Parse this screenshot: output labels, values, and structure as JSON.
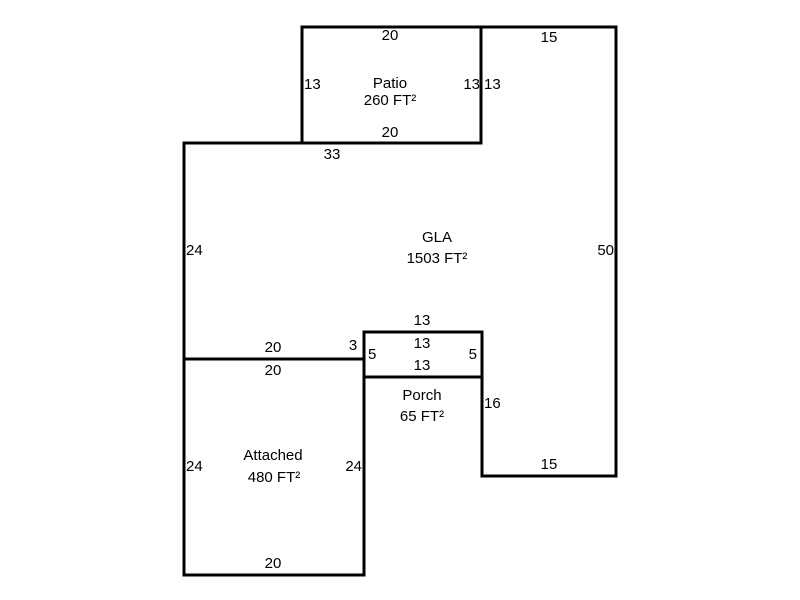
{
  "floor_plan": {
    "areas": [
      {
        "id": "patio",
        "name": "Patio",
        "area": "260 FT²"
      },
      {
        "id": "gla",
        "name": "GLA",
        "area": "1503 FT²"
      },
      {
        "id": "porch",
        "name": "Porch",
        "area": "65 FT²"
      },
      {
        "id": "attached",
        "name": "Attached",
        "area": "480 FT²"
      }
    ],
    "dimensions": {
      "patio_top": "20",
      "patio_left": "13",
      "patio_right_inner": "13",
      "patio_bottom": "20",
      "gla_patio_right": "13",
      "gla_top": "15",
      "gla_left_top": "33",
      "gla_left": "24",
      "gla_right": "50",
      "gla_bottom_left": "20",
      "gla_step": "3",
      "porch_top": "13",
      "porch_inner_top": "13",
      "porch_inner_bottom": "13",
      "porch_left": "5",
      "porch_right": "5",
      "gla_porch_right": "16",
      "gla_bottom_right": "15",
      "attached_top": "20",
      "attached_left": "24",
      "attached_right": "24",
      "attached_bottom": "20"
    }
  }
}
